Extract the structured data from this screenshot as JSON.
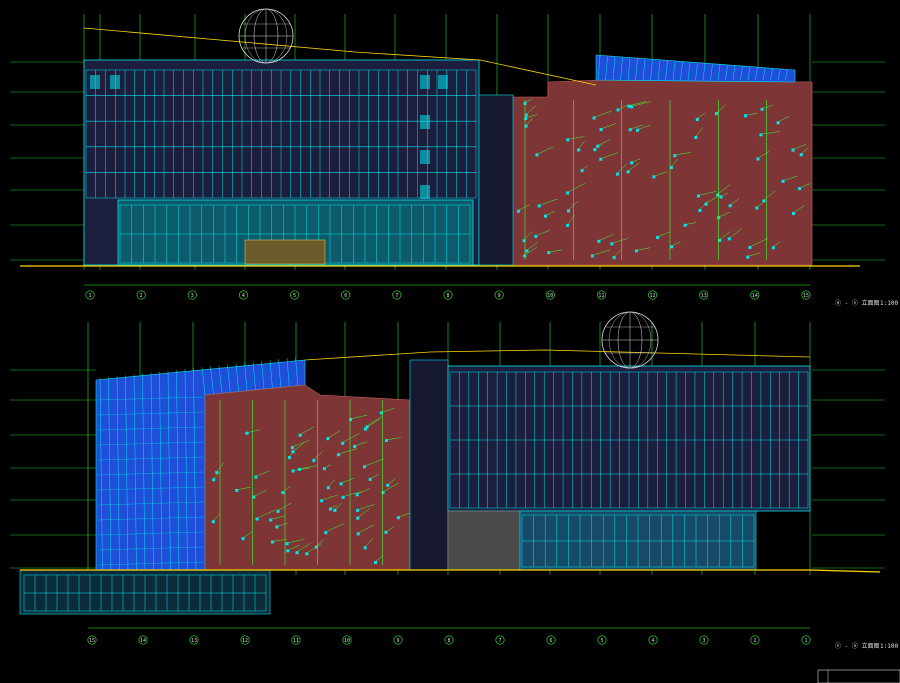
{
  "drawing": {
    "sheet_note": "elevation cad drawing"
  },
  "palette": {
    "background": "#000000",
    "dimension_line": "#33ff33",
    "window_frame": "#00e5ee",
    "curtain_wall": "#1f4fd8",
    "brick_cladding": "#8a3a3a",
    "glazing_dark": "#1a1f3a",
    "ground_line": "#ffd700",
    "stone_base": "#4a4a4a",
    "annotation": "#dddddd"
  },
  "top_elevation": {
    "title": "ⓐ - ⓝ 立面图",
    "scale": "1:100",
    "grid_axes": [
      "1",
      "2",
      "3",
      "4",
      "5",
      "6",
      "7",
      "8",
      "9",
      "10",
      "11",
      "12",
      "13",
      "14",
      "15"
    ]
  },
  "bottom_elevation": {
    "title": "ⓝ - ⓐ 立面图",
    "scale": "1:100",
    "grid_axes": [
      "15",
      "14",
      "13",
      "12",
      "11",
      "10",
      "9",
      "8",
      "7",
      "6",
      "5",
      "4",
      "3",
      "2",
      "1"
    ]
  },
  "icons": {
    "globe_top": "globe-dome-icon",
    "globe_bottom": "globe-dome-icon"
  }
}
